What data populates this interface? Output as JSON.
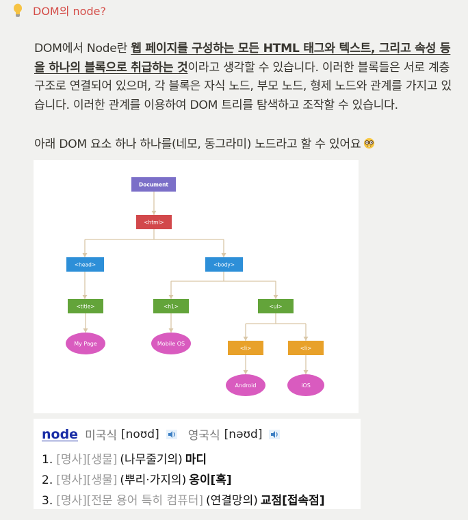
{
  "callout": {
    "icon": "lightbulb-icon",
    "title": "DOM의 node?"
  },
  "paragraph": {
    "part1": "DOM에서 Node란 ",
    "bold": "웹 페이지를 구성하는 모든 HTML 태그와 텍스트, 그리고 속성 등을 하나의 블록으로 취급하는 것",
    "part2": "이라고 생각할 수 있습니다. 이러한 블록들은 서로 계층 구조로 연결되어 있으며, 각 블록은 자식 노드, 부모 노드, 형제 노드와 관계를 가지고 있습니다. 이러한 관계를 이용하여 DOM 트리를 탐색하고 조작할 수 있습니다."
  },
  "paragraph2": {
    "text": "아래 DOM 요소 하나 하나를(네모, 동그라미) 노드라고 할 수 있어요",
    "emoji": "nerd-face-icon"
  },
  "diagram": {
    "document": "Document",
    "html": "<html>",
    "head": "<head>",
    "body": "<body>",
    "title": "<title>",
    "h1": "<h1>",
    "ul": "<ul>",
    "li1": "<li>",
    "li2": "<li>",
    "text_mypage": "My Page",
    "text_mobileos": "Mobile OS",
    "text_android": "Android",
    "text_ios": "iOS",
    "colors": {
      "document": "#7b6fc8",
      "html": "#d2484b",
      "element_blue": "#2d8fd8",
      "element_green": "#63a43a",
      "element_orange": "#e8a12a",
      "text_node": "#d95bbf",
      "connector": "#d9c7a8"
    }
  },
  "dictionary": {
    "word": "node",
    "us_label": "미국식",
    "us_pron": "[noʊd]",
    "uk_label": "영국식",
    "uk_pron": "[nəʊd]",
    "speaker_icon": "speaker-icon",
    "defs": [
      {
        "num": "1.",
        "tags": "[명사][생물]",
        "gloss": "(나무줄기의)",
        "main": "마디"
      },
      {
        "num": "2.",
        "tags": "[명사][생물]",
        "gloss": "(뿌리·가지의)",
        "main": "옹이[혹]"
      },
      {
        "num": "3.",
        "tags": "[명사][전문 용어 특히 컴퓨터]",
        "gloss": "(연결망의)",
        "main": "교점[접속점]"
      }
    ]
  }
}
